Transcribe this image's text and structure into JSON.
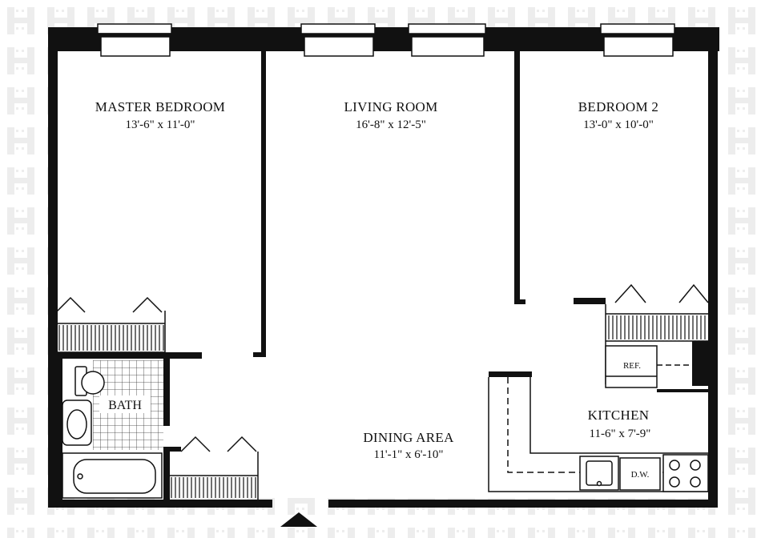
{
  "watermark": {
    "glyph": "H",
    "color": "#ececec"
  },
  "rooms": {
    "master_bedroom": {
      "name": "MASTER BEDROOM",
      "dimensions": "13'-6\" x 11'-0\""
    },
    "living_room": {
      "name": "LIVING ROOM",
      "dimensions": "16'-8\" x 12'-5\""
    },
    "bedroom_2": {
      "name": "BEDROOM 2",
      "dimensions": "13'-0\" x 10'-0\""
    },
    "kitchen": {
      "name": "KITCHEN",
      "dimensions": "11-6\" x 7'-9\""
    },
    "dining_area": {
      "name": "DINING AREA",
      "dimensions": "11'-1\" x 6'-10\""
    },
    "bath": {
      "name": "BATH"
    }
  },
  "fixtures": {
    "refrigerator": "REF.",
    "dishwasher": "D.W."
  },
  "colors": {
    "wall": "#111111",
    "background": "#ffffff"
  }
}
